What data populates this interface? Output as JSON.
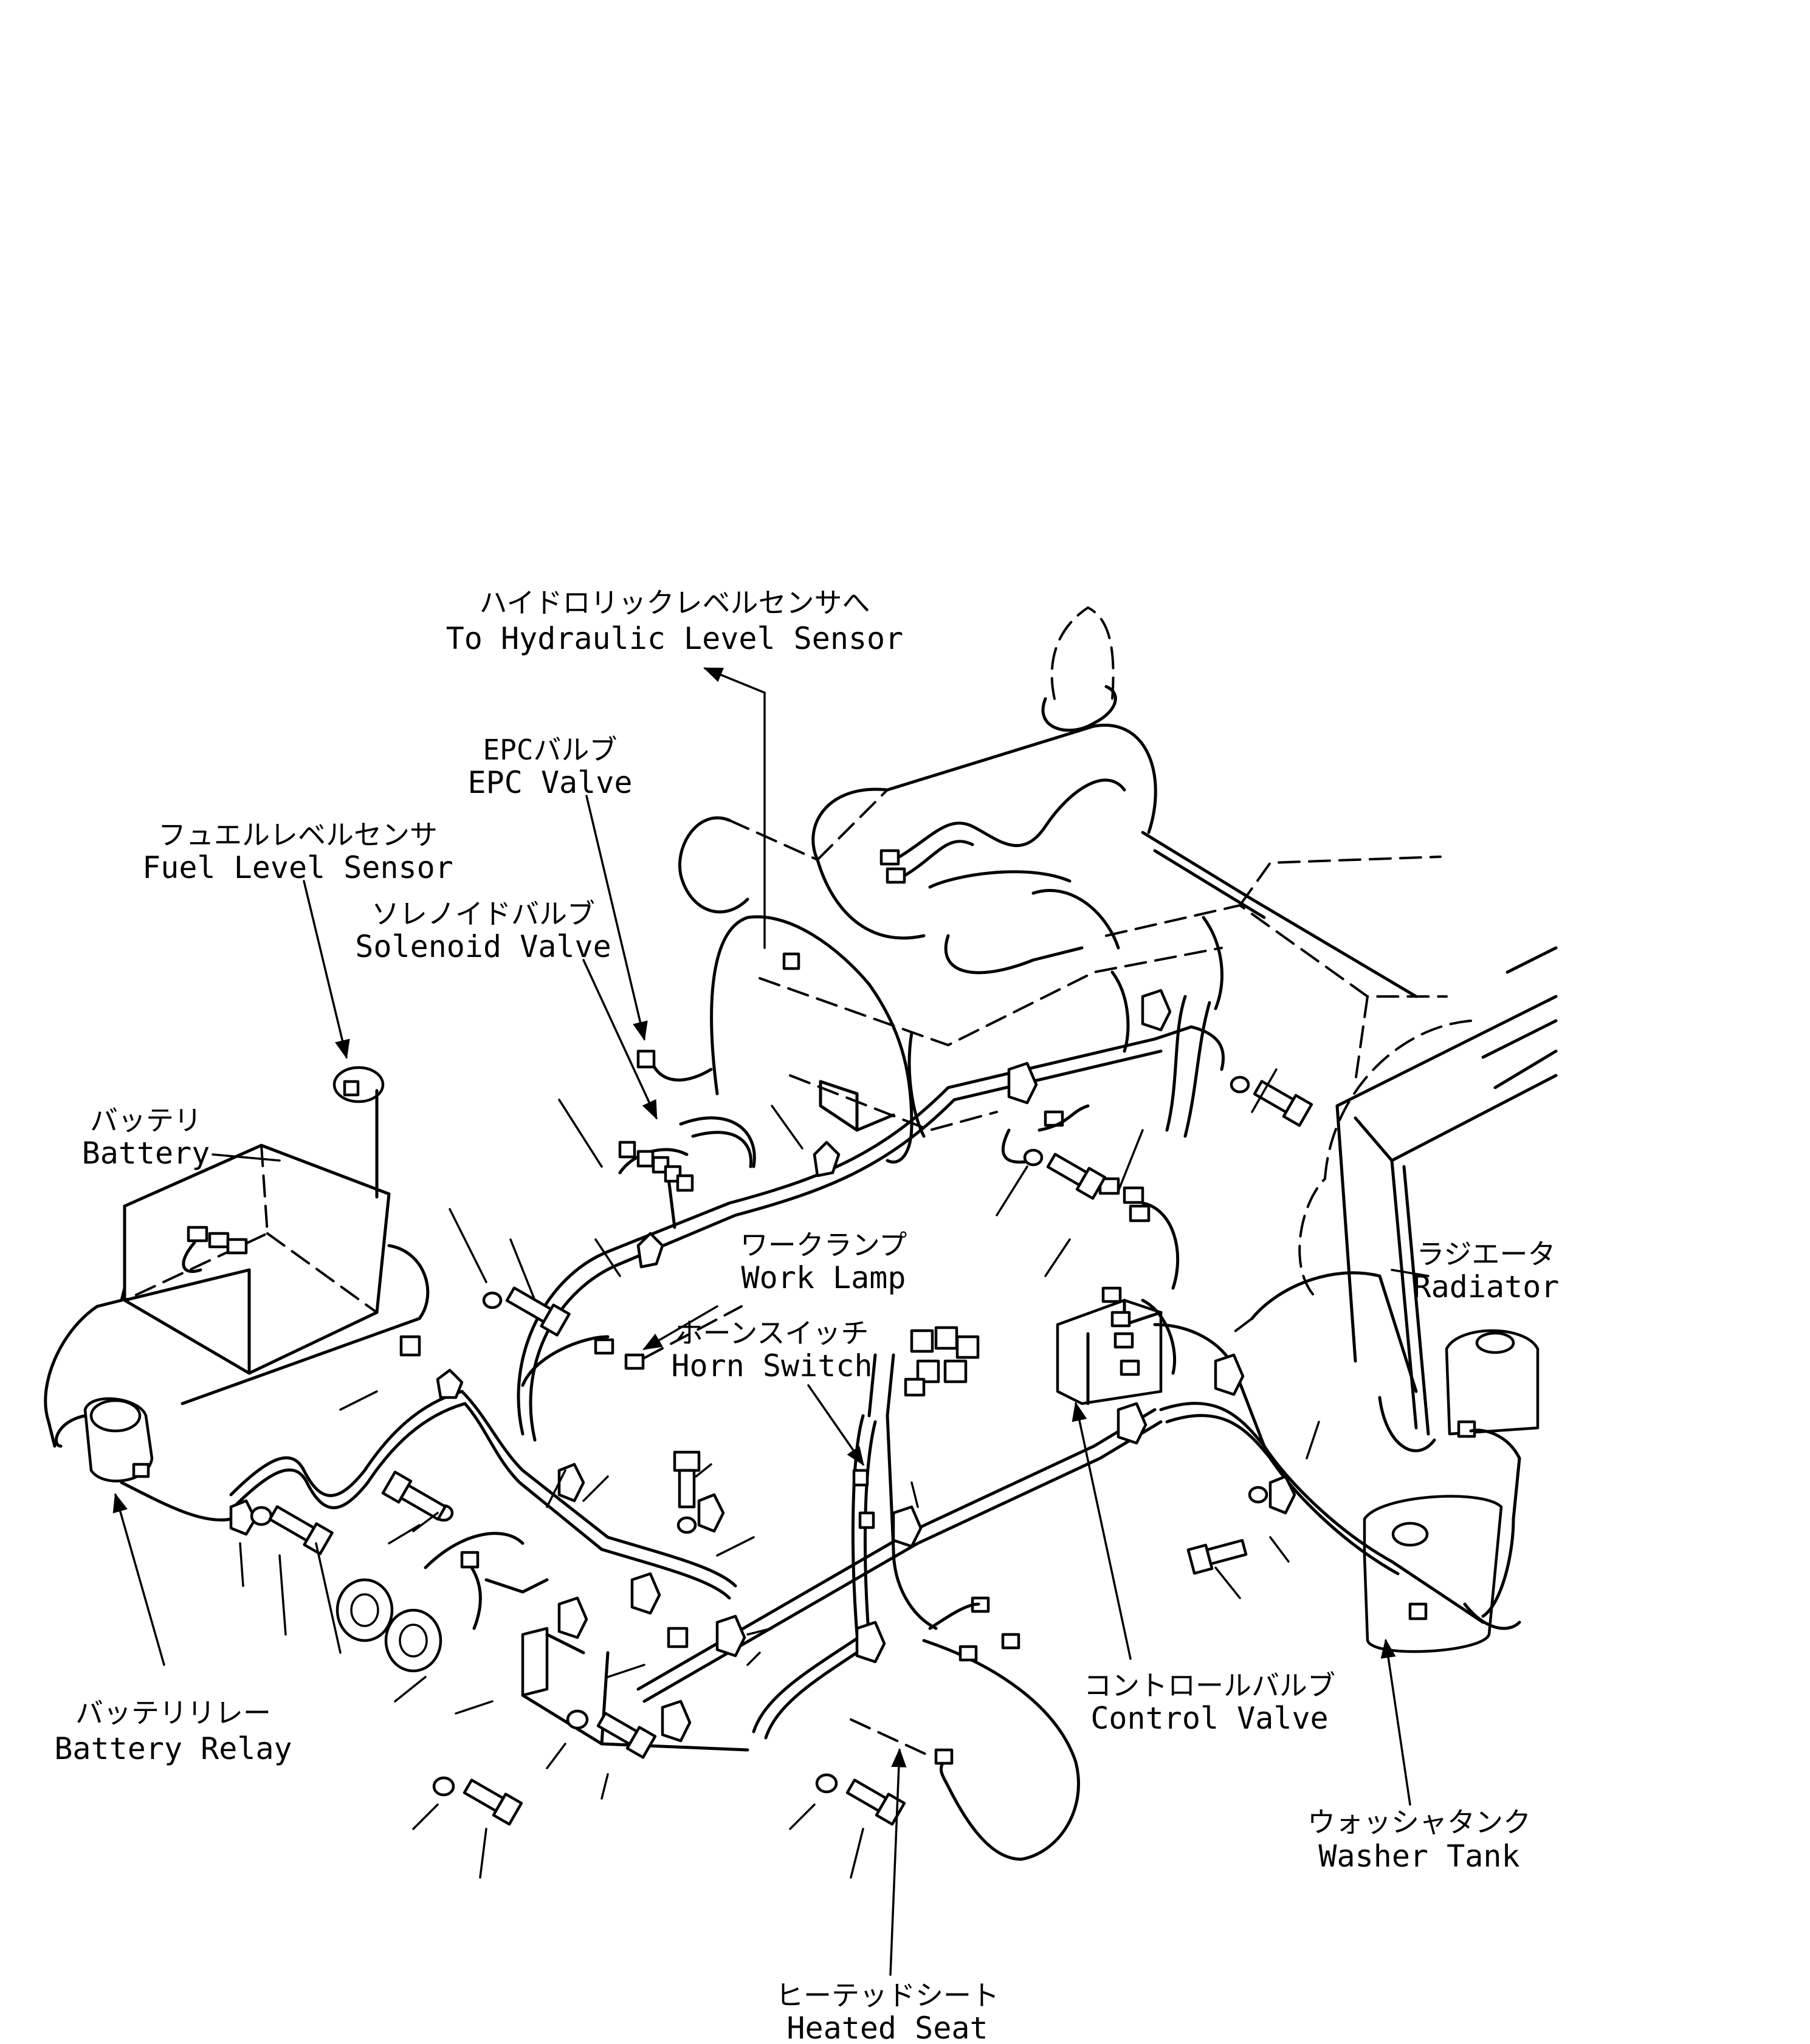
{
  "labels": {
    "hydraulic_level_sensor": {
      "jp": "ハイドロリックレベルセンサへ",
      "en": "To Hydraulic Level Sensor"
    },
    "epc_valve": {
      "jp": "EPCバルブ",
      "en": "EPC Valve"
    },
    "fuel_level_sensor": {
      "jp": "フュエルレベルセンサ",
      "en": "Fuel Level Sensor"
    },
    "solenoid_valve": {
      "jp": "ソレノイドバルブ",
      "en": "Solenoid Valve"
    },
    "battery": {
      "jp": "バッテリ",
      "en": "Battery"
    },
    "work_lamp": {
      "jp": "ワークランプ",
      "en": "Work Lamp"
    },
    "horn_switch": {
      "jp": "ホーンスイッチ",
      "en": "Horn Switch"
    },
    "radiator": {
      "jp": "ラジエータ",
      "en": "Radiator"
    },
    "battery_relay": {
      "jp": "バッテリリレー",
      "en": "Battery Relay"
    },
    "control_valve": {
      "jp": "コントロールバルブ",
      "en": "Control Valve"
    },
    "washer_tank": {
      "jp": "ウォッシャタンク",
      "en": "Washer Tank"
    },
    "heated_seat": {
      "jp": "ヒーテッドシート",
      "en": "Heated Seat"
    }
  }
}
